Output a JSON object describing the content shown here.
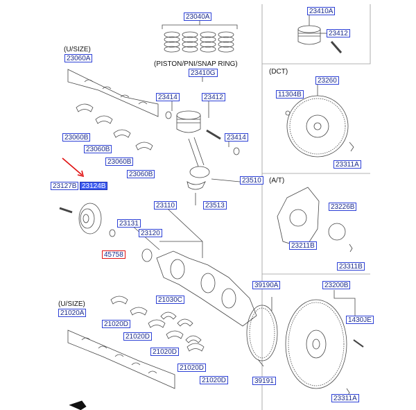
{
  "colors": {
    "label_border": "#2b3fd6",
    "label_text": "#1a2a8a",
    "highlight_fill": "#3d5cf0",
    "highlight_text": "#ffffff",
    "alert_red": "#e01010",
    "line": "#444444",
    "frame_gray": "#9a9a9a"
  },
  "captions": {
    "usize_top": "(U/SIZE)",
    "piston_ring": "(PISTON/PNI/SNAP RING)",
    "dct": "(DCT)",
    "at": "(A/T)",
    "usize_bottom": "(U/SIZE)"
  },
  "parts": {
    "p23040A": "23040A",
    "p23410A": "23410A",
    "p23412_top": "23412",
    "p23060A": "23060A",
    "p23410G": "23410G",
    "p23414_left": "23414",
    "p23412_mid": "23412",
    "p23414_right": "23414",
    "p23260": "23260",
    "p11304B": "11304B",
    "p23060B_1": "23060B",
    "p23060B_2": "23060B",
    "p23060B_3": "23060B",
    "p23060B_4": "23060B",
    "p23311A_top": "23311A",
    "p23127B": "23127B",
    "p23124B": "23124B",
    "p23510": "23510",
    "p23110": "23110",
    "p23513": "23513",
    "p23226B": "23226B",
    "p23131": "23131",
    "p23120": "23120",
    "p23211B": "23211B",
    "p45758": "45758",
    "p23311B": "23311B",
    "p21030C": "21030C",
    "p39190A": "39190A",
    "p23200B": "23200B",
    "p21020A": "21020A",
    "p21020D_1": "21020D",
    "p1430JE": "1430JE",
    "p21020D_2": "21020D",
    "p21020D_3": "21020D",
    "p21020D_4": "21020D",
    "p21020D_5": "21020D",
    "p39191": "39191",
    "p23311A_bottom": "23311A"
  }
}
